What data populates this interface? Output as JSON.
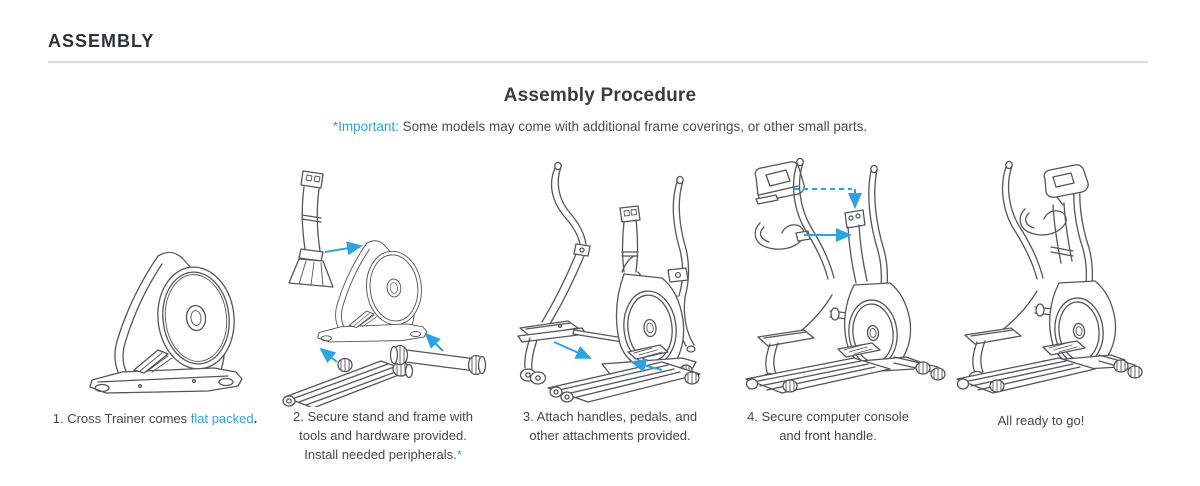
{
  "colors": {
    "accent_blue": "#2fa3df",
    "heading_text": "#303137",
    "body_text": "#46474c",
    "divider": "#dcdcde",
    "line_art": "#55565c",
    "background": "#ffffff"
  },
  "header": {
    "title": "ASSEMBLY"
  },
  "section": {
    "title": "Assembly Procedure",
    "note": {
      "label": "*Important:",
      "text": " Some models may come with additional frame coverings, or other small parts."
    }
  },
  "steps": [
    {
      "illustration": "cross-trainer-flat-packed",
      "caption": {
        "prefix": "1. Cross Trainer comes ",
        "highlight": "flat packed",
        "suffix": "."
      }
    },
    {
      "illustration": "secure-stand-and-frame",
      "caption_lines": [
        "2. Secure stand and frame with",
        "tools and hardware provided.",
        "Install needed peripherals."
      ],
      "footnote_mark": "*"
    },
    {
      "illustration": "attach-handles-pedals",
      "caption_lines": [
        "3. Attach handles, pedals, and",
        "other attachments provided."
      ]
    },
    {
      "illustration": "secure-console-front-handle",
      "caption_lines": [
        "4. Secure computer console",
        "and front handle."
      ]
    },
    {
      "illustration": "fully-assembled",
      "caption_lines": [
        "All ready to go!"
      ]
    }
  ]
}
